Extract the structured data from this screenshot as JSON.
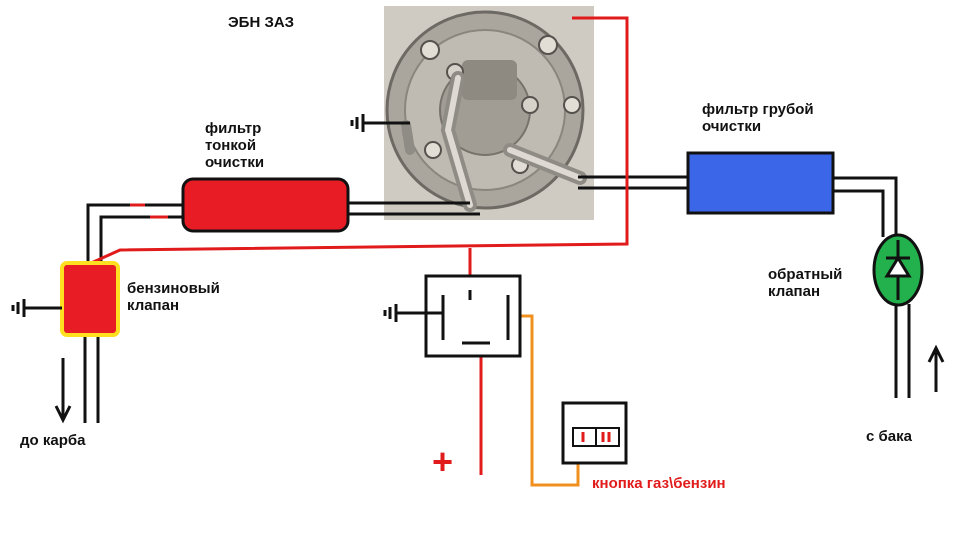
{
  "title": "ЭБН ЗАЗ",
  "labels": {
    "fine_filter": "фильтр\nтонкой\nочистки",
    "coarse_filter": "фильтр грубой\nочистки",
    "fuel_valve": "бензиновый\nклапан",
    "check_valve": "обратный\nклапан",
    "to_carb": "до карба",
    "from_tank": "с бака",
    "button": "кнопка газ\\бензин",
    "plus": "+"
  },
  "colors": {
    "wire_red": "#e11b1b",
    "wire_orange": "#f0901e",
    "pipe": "#111111",
    "fine_filter": "#e81c24",
    "coarse_filter": "#3b66e8",
    "fuel_valve": "#e81c24",
    "fuel_valve_outline": "#ffe020",
    "check_valve": "#22b14c",
    "photo_bg": "#d8d4cc"
  },
  "icons": [
    "ground-symbol-icon",
    "arrow-down-icon",
    "arrow-up-icon",
    "diode-icon",
    "relay-icon",
    "switch-icon"
  ]
}
